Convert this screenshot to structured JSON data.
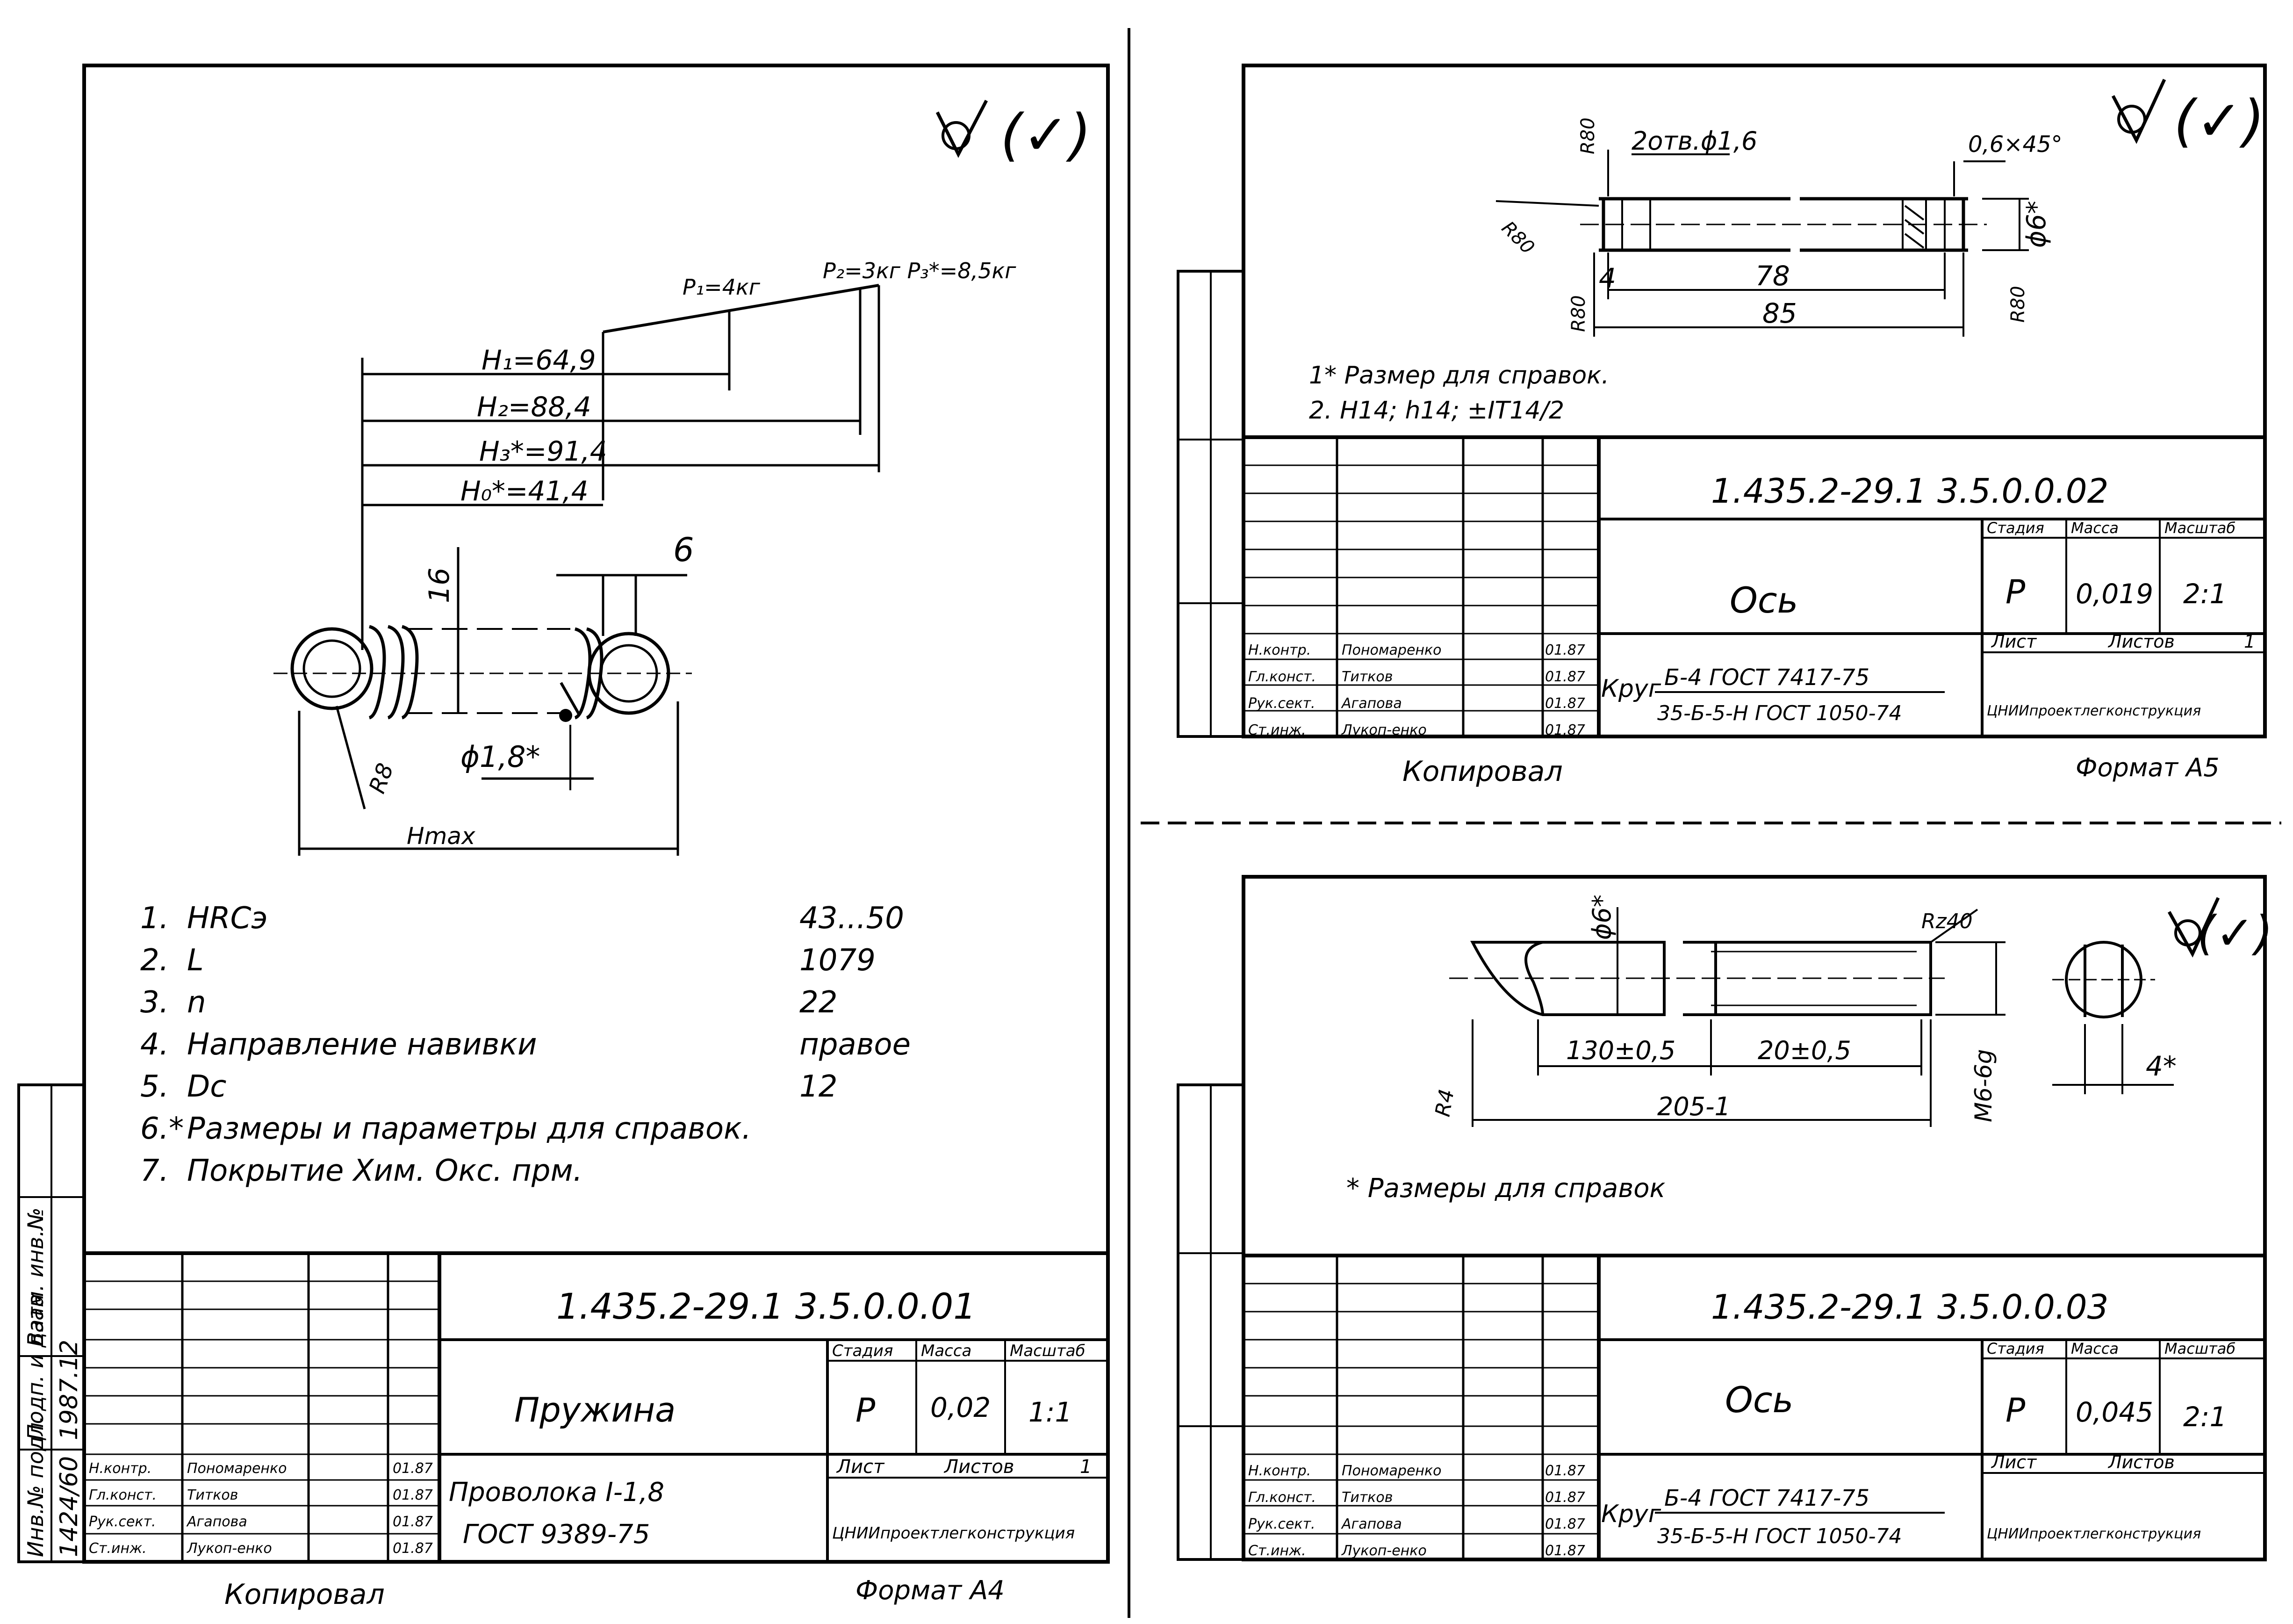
{
  "sheet1": {
    "surface_mark": "(✓)",
    "forces": {
      "p1": "P₁=4кг",
      "p2p3": "P₂=3кг P₃*=8,5кг"
    },
    "dims": {
      "h1": "H₁=64,9",
      "h2": "H₂=88,4",
      "h3": "H₃*=91,4",
      "h0": "H₀*=41,4",
      "d16": "16",
      "d6": "6",
      "wire": "ϕ1,8*",
      "r": "R8",
      "hmax": "Hmax"
    },
    "notes": [
      {
        "n": "1.",
        "text": "HRCэ",
        "value": "43...50"
      },
      {
        "n": "2.",
        "text": "L",
        "value": "1079"
      },
      {
        "n": "3.",
        "text": "n",
        "value": "22"
      },
      {
        "n": "4.",
        "text": "Направление навивки",
        "value": "правое"
      },
      {
        "n": "5.",
        "text": "Dс",
        "value": "12"
      },
      {
        "n": "6.*",
        "text": "Размеры и параметры для справок.",
        "value": ""
      },
      {
        "n": "7.",
        "text": "Покрытие Хим. Окс. прм.",
        "value": ""
      }
    ],
    "title": {
      "doc_number": "1.435.2-29.1  3.5.0.0.01",
      "name": "Пружина",
      "stage_label": "Стадия",
      "mass_label": "Масса",
      "scale_label": "Масштаб",
      "stage": "Р",
      "mass": "0,02",
      "scale": "1:1",
      "sheet_label": "Лист",
      "sheets_label": "Листов",
      "sheets": "1",
      "material": "Проволока I-1,8\nГОСТ 9389-75",
      "org": "ЦНИИпроектлегконструкция"
    },
    "signatures": [
      [
        "Н.контр.",
        "Пономаренко",
        "",
        "01.87"
      ],
      [
        "Гл.конст.",
        "Титков",
        "",
        "01.87"
      ],
      [
        "Рук.сект.",
        "Агапова",
        "",
        "01.87"
      ],
      [
        "Ст.инж.",
        "Лукоп-енко",
        "",
        "01.87"
      ]
    ],
    "side_stamp": [
      "Инв.№ подл.",
      "1424/60",
      "Подп. и дата",
      "1987.12",
      "Взам. инв.№"
    ],
    "footer_left": "Копировал",
    "footer_right": "Формат А4"
  },
  "sheet2": {
    "surface_mark": "(✓)",
    "dims": {
      "holes": "2отв.ϕ1,6",
      "cham": "0,6×45°",
      "d6": "ϕ6*",
      "r80a": "R80",
      "r80b": "R80",
      "r80c": "R80",
      "r80d": "R80",
      "d4": "4",
      "d78": "78",
      "d85": "85"
    },
    "notes": [
      "1* Размер для справок.",
      "2. H14; h14; ±IT14/2"
    ],
    "title": {
      "doc_number": "1.435.2-29.1  3.5.0.0.02",
      "name": "Ось",
      "stage_label": "Стадия",
      "mass_label": "Масса",
      "scale_label": "Масштаб",
      "stage": "Р",
      "mass": "0,019",
      "scale": "2:1",
      "sheet_label": "Лист",
      "sheets_label": "Листов",
      "sheets": "1",
      "material_prefix": "Круг",
      "material_top": "Б-4 ГОСТ 7417-75",
      "material_bottom": "35-Б-5-Н ГОСТ 1050-74",
      "org": "ЦНИИпроектлегконструкция"
    },
    "signatures": [
      [
        "Н.контр.",
        "Пономаренко",
        "",
        "01.87"
      ],
      [
        "Гл.конст.",
        "Титков",
        "",
        "01.87"
      ],
      [
        "Рук.сект.",
        "Агапова",
        "",
        "01.87"
      ],
      [
        "Ст.инж.",
        "Лукоп-енко",
        "",
        "01.87"
      ]
    ],
    "footer_left": "Копировал",
    "footer_right": "Формат А5"
  },
  "sheet3": {
    "surface_mark": "(✓)",
    "dims": {
      "d6": "ϕ6*",
      "rz": "Rz40",
      "r": "R4",
      "d130": "130±0,5",
      "d20": "20±0,5",
      "d205": "205-1",
      "m6": "М6-6g",
      "d4": "4*"
    },
    "notes": [
      "* Размеры для справок"
    ],
    "title": {
      "doc_number": "1.435.2-29.1  3.5.0.0.03",
      "name": "Ось",
      "stage_label": "Стадия",
      "mass_label": "Масса",
      "scale_label": "Масштаб",
      "stage": "Р",
      "mass": "0,045",
      "scale": "2:1",
      "sheet_label": "Лист",
      "sheets_label": "Листов",
      "sheets": "",
      "material_prefix": "Круг",
      "material_top": "Б-4 ГОСТ 7417-75",
      "material_bottom": "35-Б-5-Н ГОСТ 1050-74",
      "org": "ЦНИИпроектлегконструкция"
    },
    "signatures": [
      [
        "Н.контр.",
        "Пономаренко",
        "",
        "01.87"
      ],
      [
        "Гл.конст.",
        "Титков",
        "",
        "01.87"
      ],
      [
        "Рук.сект.",
        "Агапова",
        "",
        "01.87"
      ],
      [
        "Ст.инж.",
        "Лукоп-енко",
        "",
        "01.87"
      ]
    ]
  }
}
